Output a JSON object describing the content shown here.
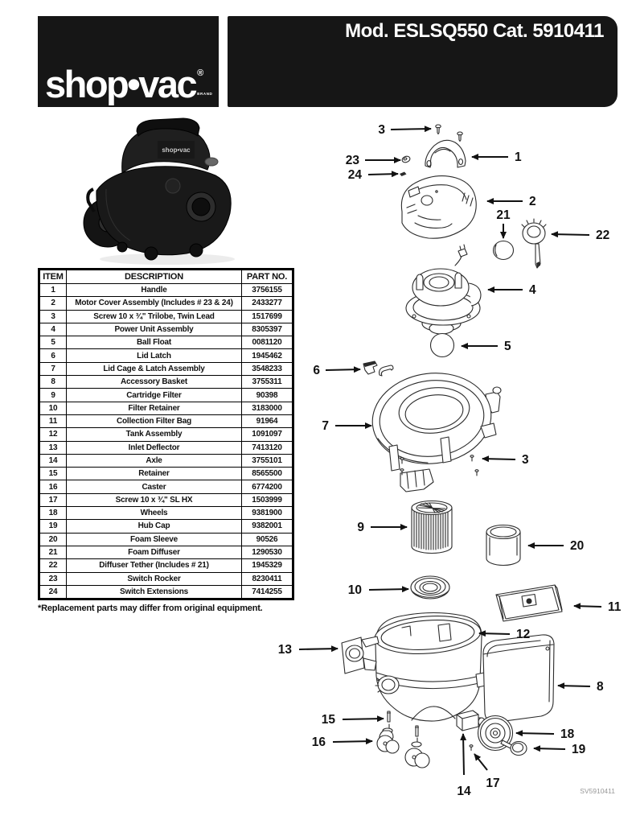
{
  "header": {
    "logo": {
      "text": "shop•vac",
      "registered": "®",
      "brand": "BRAND"
    },
    "model_banner": "Mod. ESLSQ550 Cat. 5910411"
  },
  "photo": {
    "label": "shop•vac"
  },
  "table": {
    "columns": [
      "ITEM",
      "DESCRIPTION",
      "PART NO."
    ],
    "rows": [
      [
        "1",
        "Handle",
        "3756155"
      ],
      [
        "2",
        "Motor Cover Assembly (Includes # 23 & 24)",
        "2433277"
      ],
      [
        "3",
        "Screw 10 x ¾\" Trilobe, Twin Lead",
        "1517699"
      ],
      [
        "4",
        "Power Unit Assembly",
        "8305397"
      ],
      [
        "5",
        "Ball Float",
        "0081120"
      ],
      [
        "6",
        "Lid Latch",
        "1945462"
      ],
      [
        "7",
        "Lid Cage & Latch Assembly",
        "3548233"
      ],
      [
        "8",
        "Accessory Basket",
        "3755311"
      ],
      [
        "9",
        "Cartridge Filter",
        "90398"
      ],
      [
        "10",
        "Filter Retainer",
        "3183000"
      ],
      [
        "11",
        "Collection Filter Bag",
        "91964"
      ],
      [
        "12",
        "Tank Assembly",
        "1091097"
      ],
      [
        "13",
        "Inlet Deflector",
        "7413120"
      ],
      [
        "14",
        "Axle",
        "3755101"
      ],
      [
        "15",
        "Retainer",
        "8565500"
      ],
      [
        "16",
        "Caster",
        "6774200"
      ],
      [
        "17",
        "Screw 10 x ¾\" SL HX",
        "1503999"
      ],
      [
        "18",
        "Wheels",
        "9381900"
      ],
      [
        "19",
        "Hub Cap",
        "9382001"
      ],
      [
        "20",
        "Foam Sleeve",
        "90526"
      ],
      [
        "21",
        "Foam Diffuser",
        "1290530"
      ],
      [
        "22",
        "Diffuser Tether (Includes # 21)",
        "1945329"
      ],
      [
        "23",
        "Switch Rocker",
        "8230411"
      ],
      [
        "24",
        "Switch Extensions",
        "7414255"
      ]
    ]
  },
  "footnote": "*Replacement parts may differ from original equipment.",
  "doc_number": "SV5910411",
  "diagram": {
    "callouts": {
      "screw_top": "3",
      "handle": "1",
      "switch_rocker": "23",
      "switch_extensions": "24",
      "motor_cover": "2",
      "foam_diffuser": "21",
      "diffuser_tether": "22",
      "power_unit": "4",
      "ball_float": "5",
      "lid_latch": "6",
      "lid_cage": "7",
      "screw_lid": "3",
      "cartridge_filter": "9",
      "foam_sleeve": "20",
      "filter_retainer": "10",
      "collection_bag": "11",
      "tank": "12",
      "inlet_deflector": "13",
      "accessory_basket": "8",
      "retainer": "15",
      "caster": "16",
      "wheel": "18",
      "hub_cap": "19",
      "axle": "14",
      "screw_wheel": "17"
    }
  },
  "colors": {
    "banner_bg": "#161616",
    "line_art": "#2b2b2b",
    "text": "#111111"
  }
}
